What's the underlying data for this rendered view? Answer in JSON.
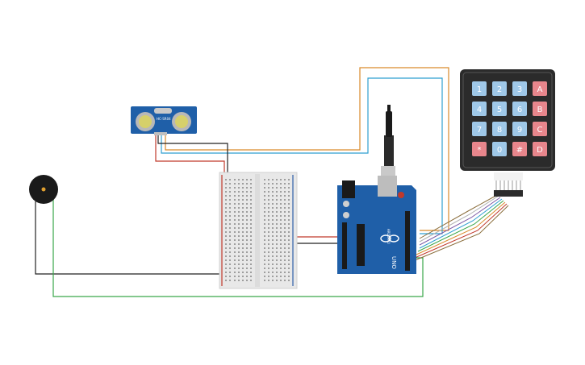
{
  "components": {
    "ultrasonic_label": "HC-SR04",
    "arduino_label": "UNO",
    "arduino_brand": "ARDUINO"
  },
  "keypad": {
    "keys": [
      [
        "1",
        "2",
        "3",
        "A"
      ],
      [
        "4",
        "5",
        "6",
        "B"
      ],
      [
        "7",
        "8",
        "9",
        "C"
      ],
      [
        "*",
        "0",
        "#",
        "D"
      ]
    ],
    "digit_color": "#9fc8e8",
    "letter_color": "#e8868c",
    "body_color": "#2b2b2b"
  },
  "colors": {
    "board_blue": "#1f5fa8",
    "wire_orange": "#d98a2b",
    "wire_blue": "#2f9fd0",
    "wire_red": "#c0392b",
    "wire_black": "#222222",
    "wire_green": "#3aa64a"
  }
}
